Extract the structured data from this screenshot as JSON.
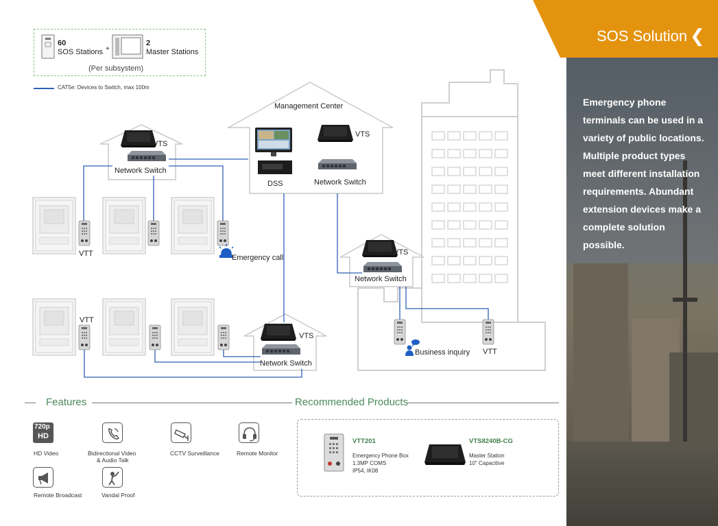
{
  "header": {
    "title": "SOS Solution",
    "accent_color": "#e4930f",
    "back_icon": "chevron-left-icon"
  },
  "description": "Emergency phone terminals can be used in a variety of public locations. Multiple product types meet different installation requirements. Abundant extension devices make a complete solution possible.",
  "capacity": {
    "sos_count": "60",
    "sos_label": "SOS Stations",
    "plus": "+",
    "master_count": "2",
    "master_label": "Master Stations",
    "note": "(Per subsystem)"
  },
  "legend": {
    "cable": "CAT5e: Devices to Switch, max 100m",
    "cable_color": "#2f5fb5"
  },
  "diagram": {
    "management_center": "Management Center",
    "dss": "DSS",
    "vts": "VTS",
    "network_switch": "Network Switch",
    "vtt": "VTT",
    "emergency_call": "Emergency call",
    "business_inquiry": "Business inquiry"
  },
  "features": {
    "heading": "Features",
    "items": [
      {
        "label": "HD Video",
        "icon": "hd-video-icon",
        "badge_top": "720p",
        "badge_bottom": "HD"
      },
      {
        "label": "Bidirectional Video\n& Audio Talk",
        "label_line1": "Bidirectional Video",
        "label_line2": "& Audio Talk",
        "icon": "phone-call-icon"
      },
      {
        "label": "CCTV Surveillance",
        "icon": "cctv-camera-icon"
      },
      {
        "label": "Remote Monitor",
        "icon": "headset-icon"
      },
      {
        "label": "Remote Broadcast",
        "icon": "megaphone-icon"
      },
      {
        "label": "Vandal Proof",
        "icon": "vandal-proof-icon"
      }
    ]
  },
  "products": {
    "heading": "Recommended Products",
    "items": [
      {
        "name": "VTT201",
        "lines": [
          "Emergency Phone Box",
          "1.3MP COMS",
          "IP54, IK08"
        ]
      },
      {
        "name": "VTS8240B-CG",
        "lines": [
          "Master Station",
          "10\" Capacitive"
        ]
      }
    ]
  }
}
